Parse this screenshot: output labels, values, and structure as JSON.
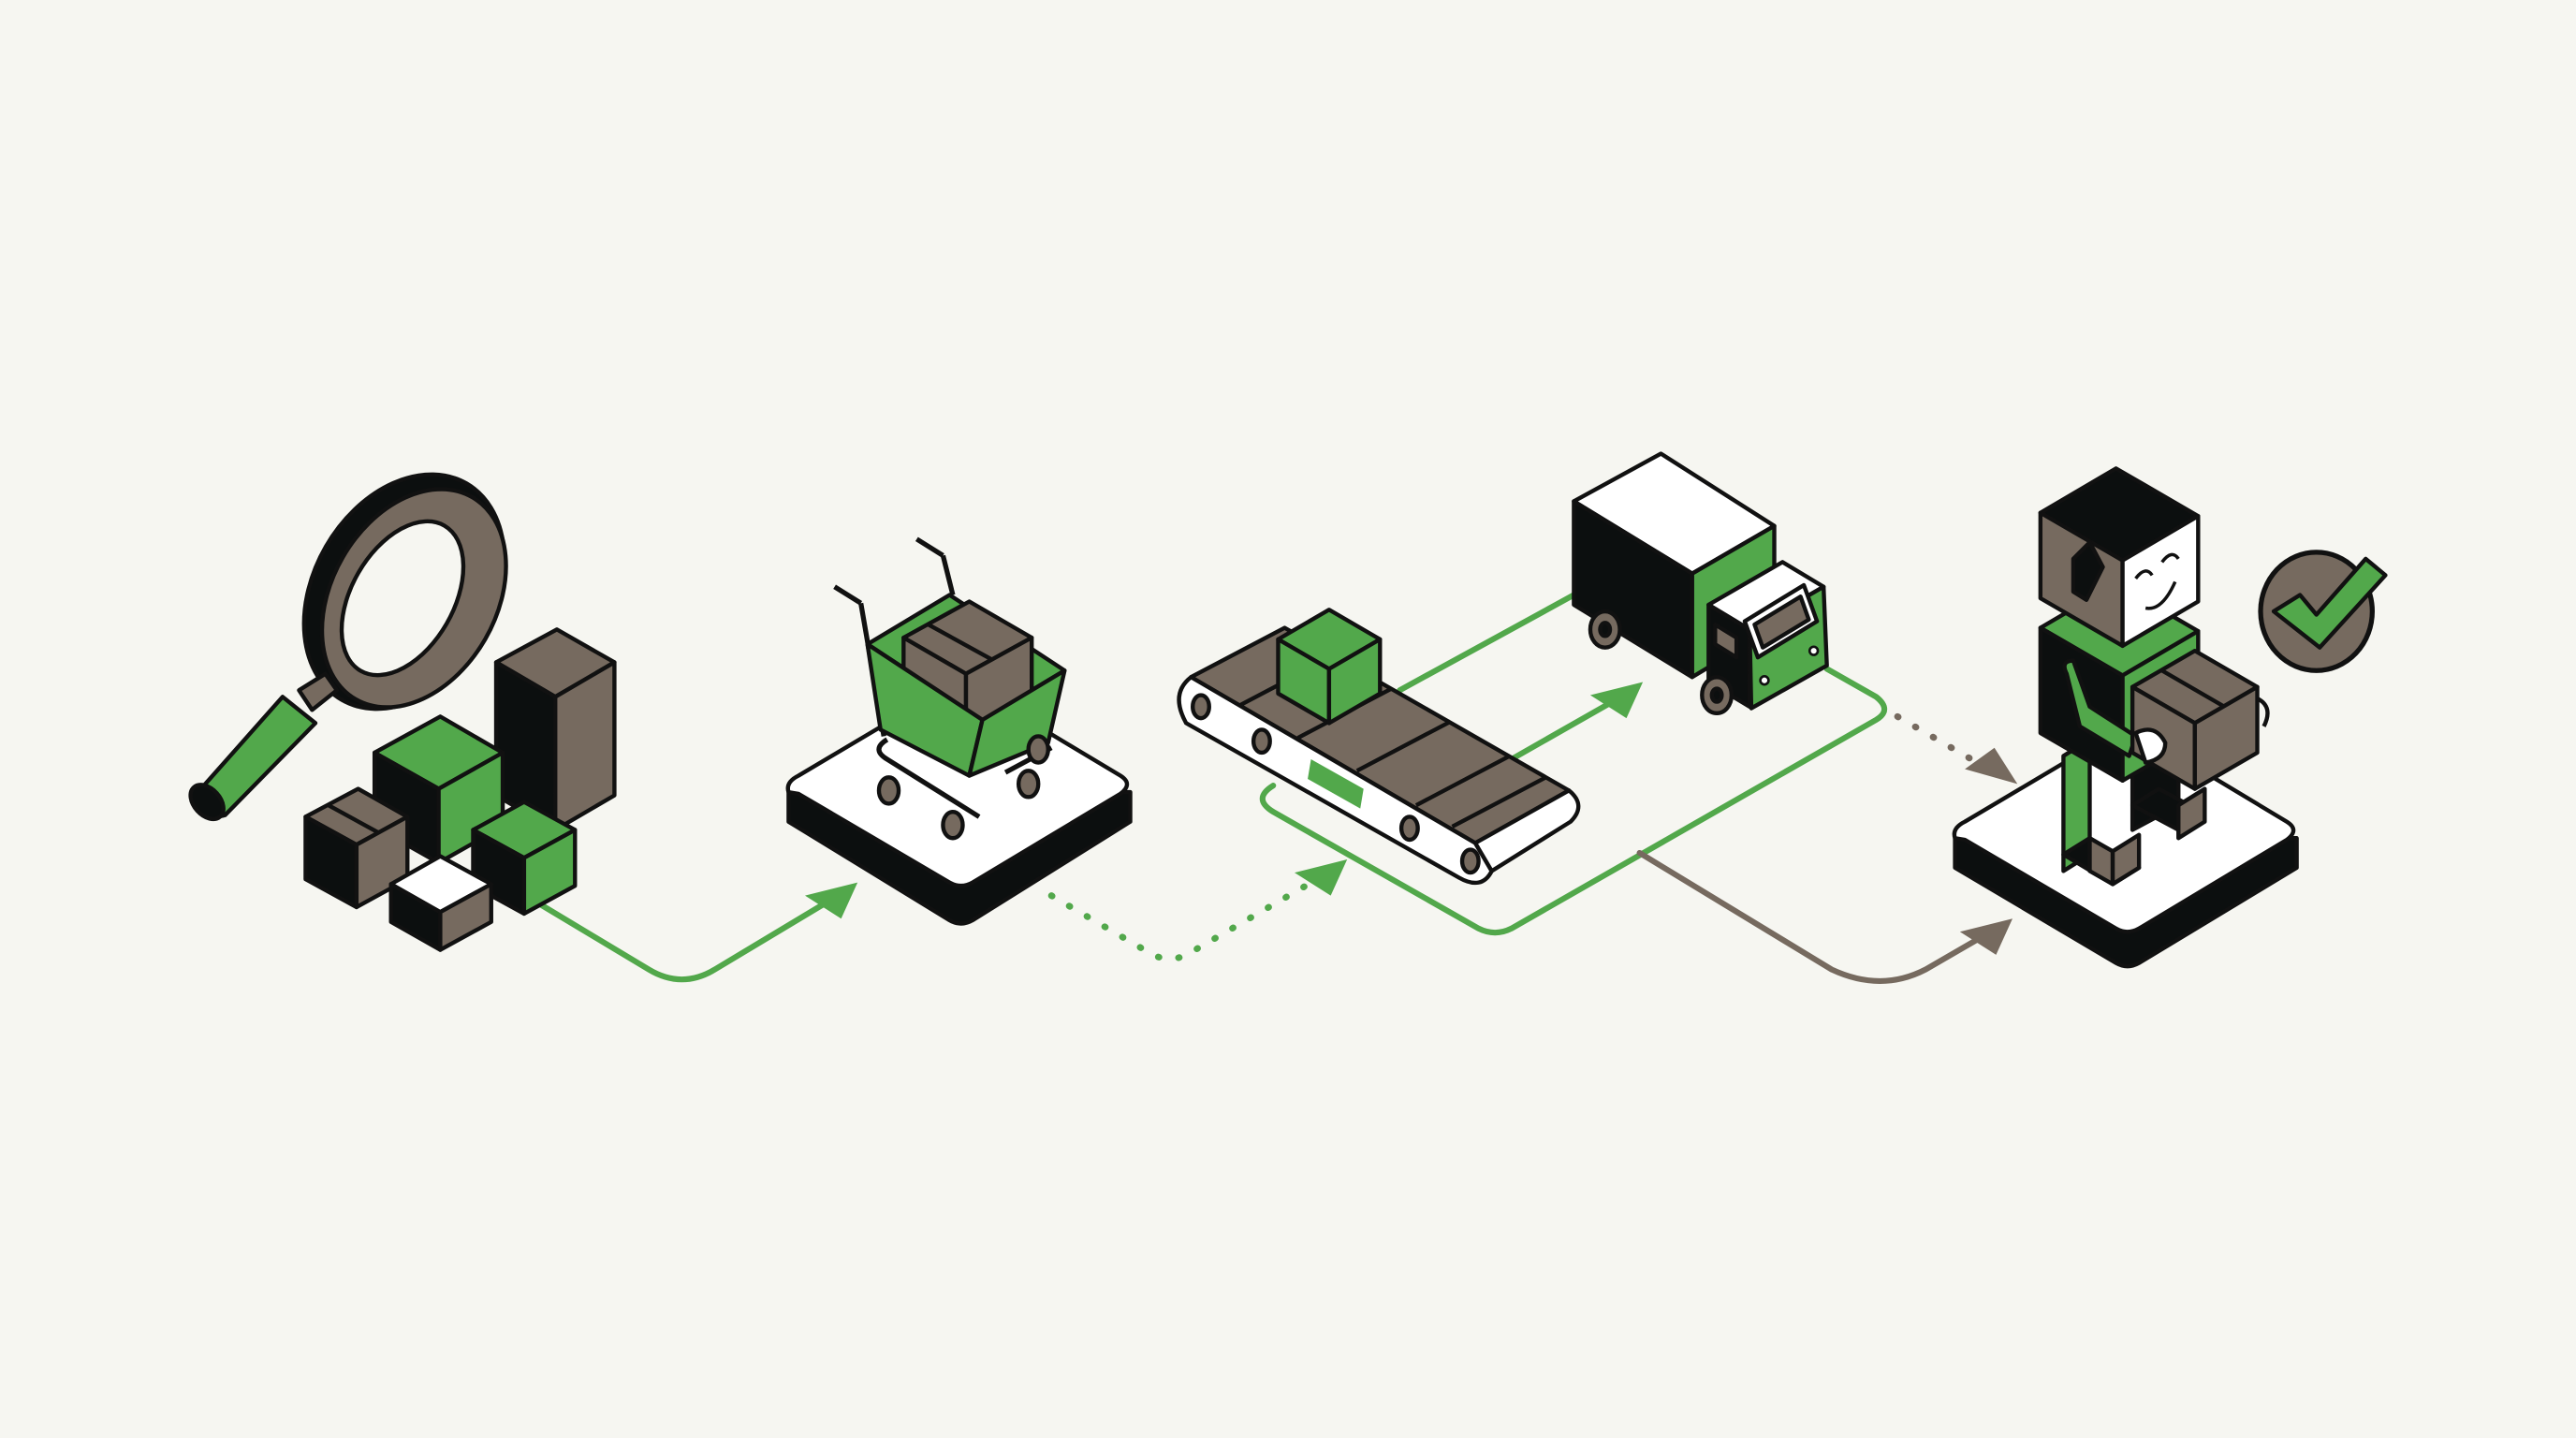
{
  "diagram": {
    "type": "process-flow",
    "stages": [
      {
        "id": "search",
        "icon": "magnifying-glass-with-boxes-icon"
      },
      {
        "id": "cart",
        "icon": "shopping-cart-icon"
      },
      {
        "id": "conveyor",
        "icon": "conveyor-belt-icon"
      },
      {
        "id": "truck",
        "icon": "delivery-truck-icon"
      },
      {
        "id": "customer",
        "icon": "person-holding-box-icon"
      }
    ],
    "badge_icon": "check-mark-icon"
  },
  "colors": {
    "background": "#f6f6f1",
    "green": "#52a84b",
    "brown": "#766a5f",
    "black": "#0c0f0f",
    "white": "#ffffff",
    "outline": "#111111"
  }
}
